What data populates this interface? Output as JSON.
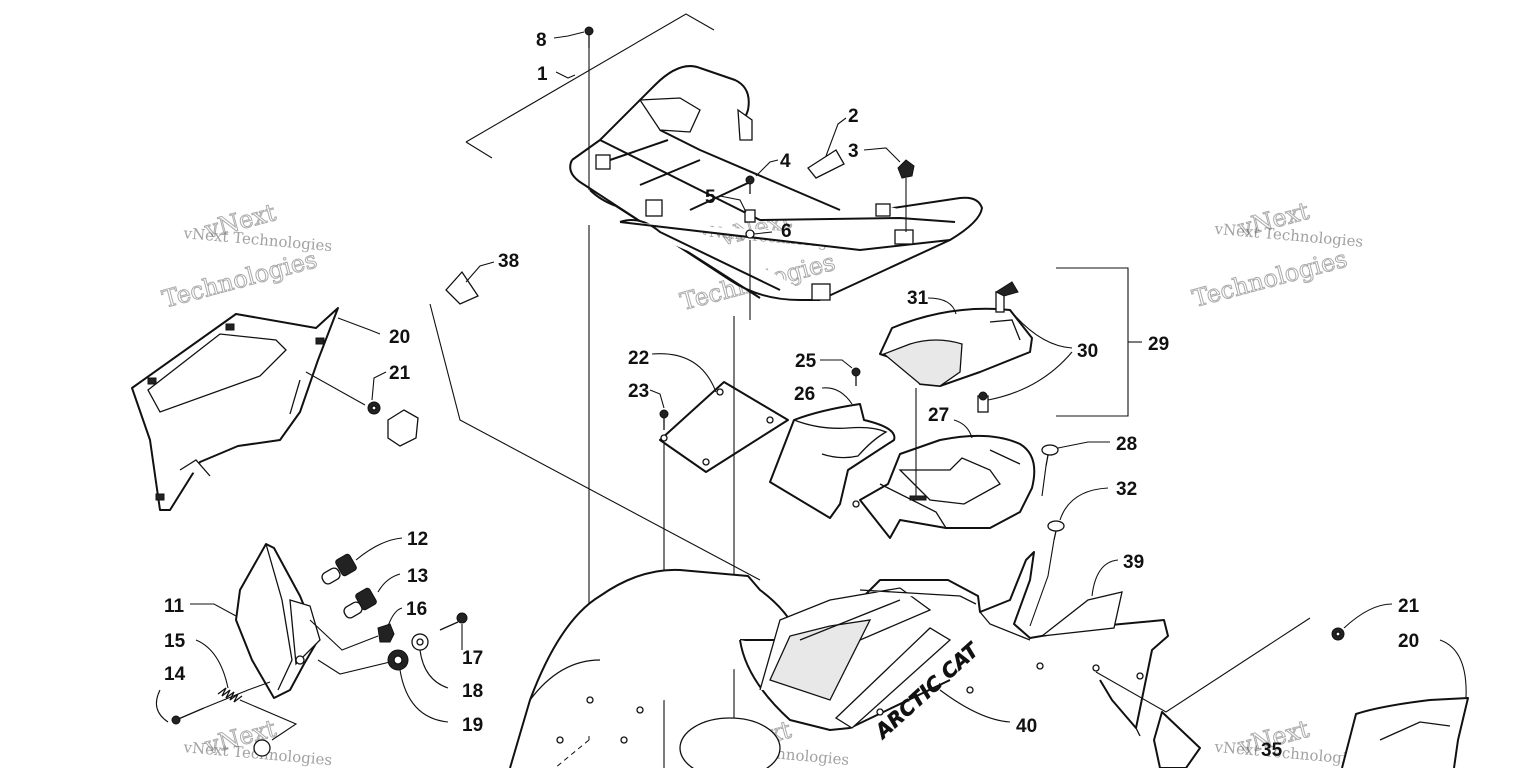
{
  "watermark": {
    "line1": "vNext Technologies",
    "line2": "vNext",
    "line3": "Technologies"
  },
  "brand_decal": "ARCTIC CAT",
  "callouts": [
    {
      "id": "c1",
      "label": "1"
    },
    {
      "id": "c2",
      "label": "2"
    },
    {
      "id": "c3",
      "label": "3"
    },
    {
      "id": "c4",
      "label": "4"
    },
    {
      "id": "c5",
      "label": "5"
    },
    {
      "id": "c6",
      "label": "6"
    },
    {
      "id": "c8",
      "label": "8"
    },
    {
      "id": "c11",
      "label": "11"
    },
    {
      "id": "c12",
      "label": "12"
    },
    {
      "id": "c13",
      "label": "13"
    },
    {
      "id": "c14",
      "label": "14"
    },
    {
      "id": "c15",
      "label": "15"
    },
    {
      "id": "c16",
      "label": "16"
    },
    {
      "id": "c17",
      "label": "17"
    },
    {
      "id": "c18",
      "label": "18"
    },
    {
      "id": "c19",
      "label": "19"
    },
    {
      "id": "c20a",
      "label": "20"
    },
    {
      "id": "c20b",
      "label": "20"
    },
    {
      "id": "c21a",
      "label": "21"
    },
    {
      "id": "c21b",
      "label": "21"
    },
    {
      "id": "c22",
      "label": "22"
    },
    {
      "id": "c23",
      "label": "23"
    },
    {
      "id": "c25",
      "label": "25"
    },
    {
      "id": "c26",
      "label": "26"
    },
    {
      "id": "c27",
      "label": "27"
    },
    {
      "id": "c28",
      "label": "28"
    },
    {
      "id": "c29",
      "label": "29"
    },
    {
      "id": "c30",
      "label": "30"
    },
    {
      "id": "c31",
      "label": "31"
    },
    {
      "id": "c32",
      "label": "32"
    },
    {
      "id": "c35",
      "label": "35"
    },
    {
      "id": "c38",
      "label": "38"
    },
    {
      "id": "c39",
      "label": "39"
    },
    {
      "id": "c40",
      "label": "40"
    }
  ]
}
